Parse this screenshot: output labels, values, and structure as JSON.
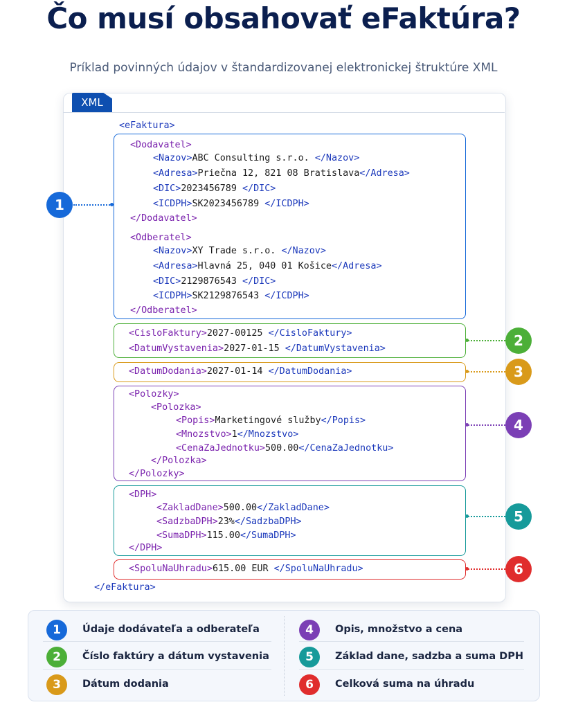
{
  "title": "Čo musí obsahovať eFaktúra?",
  "subtitle": "Príklad povinných údajov v štandardizovanej elektronickej štruktúre XML",
  "xml_tab_label": "XML",
  "colors": {
    "blue": "#1669d9",
    "green": "#4caf38",
    "orange": "#d99a1a",
    "purple": "#7b3fb5",
    "teal": "#169a9a",
    "red": "#e02d2d",
    "tag": "#1c39bb",
    "element": "#7a22ad"
  },
  "xml": {
    "root_open": "<eFaktura>",
    "root_close": "</eFaktura>",
    "dodavatel": {
      "open": "<Dodavatel>",
      "close": "</Dodavatel>",
      "nazov": {
        "open": "<Nazov>",
        "value": "ABC Consulting s.r.o. ",
        "close": "</Nazov>"
      },
      "adresa": {
        "open": "<Adresa>",
        "value": "Priečna 12, 821 08 Bratislava",
        "close": "</Adresa>"
      },
      "dic": {
        "open": "<DIC>",
        "value": "2023456789 ",
        "close": "</DIC>"
      },
      "icdph": {
        "open": "<ICDPH>",
        "value": "SK2023456789 ",
        "close": "</ICDPH>"
      }
    },
    "odberatel": {
      "open": "<Odberatel>",
      "close": "</Odberatel>",
      "nazov": {
        "open": "<Nazov>",
        "value": "XY Trade s.r.o. ",
        "close": "</Nazov>"
      },
      "adresa": {
        "open": "<Adresa>",
        "value": "Hlavná 25, 040 01 Košice",
        "close": "</Adresa>"
      },
      "dic": {
        "open": "<DIC>",
        "value": "2129876543 ",
        "close": "</DIC>"
      },
      "icdph": {
        "open": "<ICDPH>",
        "value": "SK2129876543 ",
        "close": "</ICDPH>"
      }
    },
    "cislo_faktury": {
      "open": "<CisloFaktury>",
      "value": "2027-00125 ",
      "close": "</CisloFaktury>"
    },
    "datum_vystavenia": {
      "open": "<DatumVystavenia>",
      "value": "2027-01-15 ",
      "close": "</DatumVystavenia>"
    },
    "datum_dodania": {
      "open": "<DatumDodania>",
      "value": "2027-01-14 ",
      "close": "</DatumDodania>"
    },
    "polozky": {
      "open": "<Polozky>",
      "close": "</Polozky>",
      "polozka_open": "<Polozka>",
      "polozka_close": "</Polozka>",
      "popis": {
        "open": "<Popis>",
        "value": "Marketingové služby",
        "close": "</Popis>"
      },
      "mnozstvo": {
        "open": "<Mnozstvo>",
        "value": "1",
        "close": "</Mnozstvo>"
      },
      "cena": {
        "open": "<CenaZaJednotku>",
        "value": "500.00",
        "close": "</CenaZaJednotku>"
      }
    },
    "dph": {
      "open": "<DPH>",
      "close": "</DPH>",
      "zaklad": {
        "open": "<ZakladDane>",
        "value": "500.00",
        "close": "</ZakladDane>"
      },
      "sadzba": {
        "open": "<SadzbaDPH>",
        "value": "23%",
        "close": "</SadzbaDPH>"
      },
      "suma": {
        "open": "<SumaDPH>",
        "value": "115.00",
        "close": "</SumaDPH>"
      }
    },
    "spolu": {
      "open": "<SpoluNaUhradu>",
      "value": "615.00 EUR ",
      "close": "</SpoluNaUhradu>"
    }
  },
  "badges": [
    "1",
    "2",
    "3",
    "4",
    "5",
    "6"
  ],
  "legend": [
    {
      "num": "1",
      "label": "Údaje dodávateľa a odberateľa"
    },
    {
      "num": "2",
      "label": "Číslo faktúry a dátum vystavenia"
    },
    {
      "num": "3",
      "label": "Dátum dodania"
    },
    {
      "num": "4",
      "label": "Opis, množstvo a cena"
    },
    {
      "num": "5",
      "label": "Základ dane, sadzba a suma DPH"
    },
    {
      "num": "6",
      "label": "Celková suma na úhradu"
    }
  ]
}
